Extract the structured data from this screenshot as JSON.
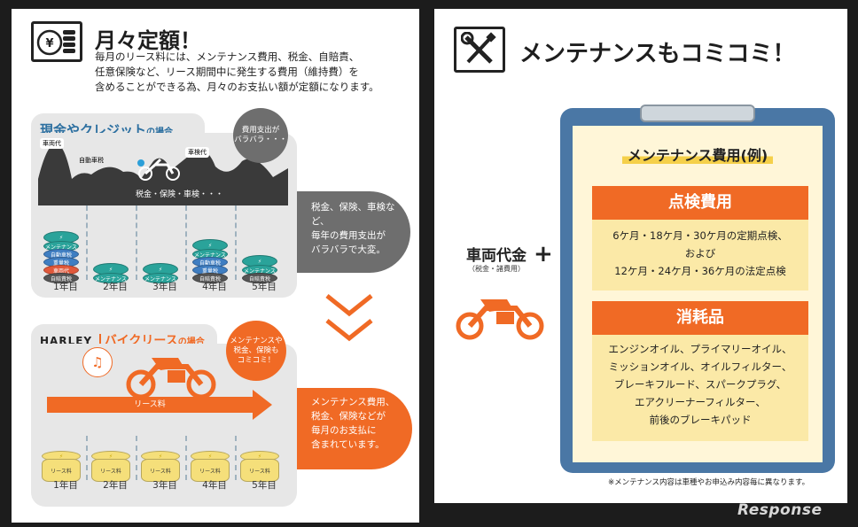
{
  "left": {
    "title": "月々定額！",
    "lead": [
      "毎月のリース料には、メンテナンス費用、税金、自賠責、",
      "任意保険など、リース期間中に発生する費用（維持費）を",
      "含めることができる為、月々のお支払い額が定額になります。"
    ],
    "cash": {
      "tab_main": "現金やクレジット",
      "tab_suffix": "の場合",
      "bubble": "費用支出が\nバラバラ・・・",
      "labels": {
        "car_price": "車両代",
        "insurance": "自動車税",
        "inspection": "車検代",
        "tax_line": "税金・保険・車検・・・"
      },
      "note": [
        "税金、保険、車検など、",
        "毎年の費用支出が",
        "バラバラで大変。"
      ],
      "coin_labels": {
        "maint": "メンテナンス",
        "tax": "自動車税",
        "ins": "重量税",
        "car": "車両代",
        "jibai": "自賠責税"
      },
      "years": [
        "1年目",
        "2年目",
        "3年目",
        "4年目",
        "5年目"
      ]
    },
    "lease": {
      "brand": "HARLEY",
      "tab_main": "バイクリース",
      "tab_suffix": "の場合",
      "bubble": "メンテナンスや\n税金、保険も\nコミコミ！",
      "arrow_label": "リース料",
      "note": [
        "メンテナンス費用、",
        "税金、保険などが",
        "毎月のお支払に",
        "含まれています。"
      ],
      "coin_label": "リース料",
      "years": [
        "1年目",
        "2年目",
        "3年目",
        "4年目",
        "5年目"
      ]
    }
  },
  "right": {
    "title": "メンテナンスもコミコミ！",
    "vehicle_price": "車両代金",
    "vehicle_sub": "（税金・諸費用）",
    "plus": "+",
    "card_title": "メンテナンス費用(例)",
    "inspection": {
      "head": "点検費用",
      "lines": [
        "6ケ月・18ケ月・30ケ月の定期点検、",
        "および",
        "12ケ月・24ケ月・36ケ月の法定点検"
      ]
    },
    "consumables": {
      "head": "消耗品",
      "lines": [
        "エンジンオイル、プライマリーオイル、",
        "ミッションオイル、オイルフィルター、",
        "ブレーキフルード、スパークプラグ、",
        "エアクリーナーフィルター、",
        "前後のブレーキパッド"
      ]
    },
    "footnote": "※メンテナンス内容は車種やお申込み内容毎に異なります。"
  },
  "watermark": "Response",
  "colors": {
    "orange": "#f06a25",
    "blue": "#4a77a5",
    "yellow": "#f5df7a",
    "gray": "#6e6e6e",
    "teal": "#2aa39a"
  }
}
